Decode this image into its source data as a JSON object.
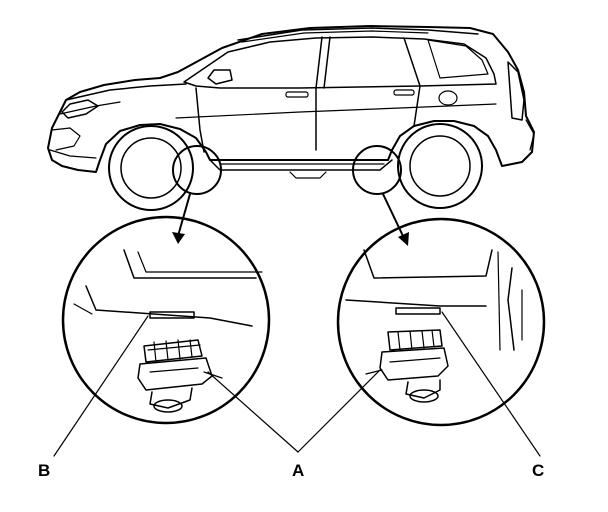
{
  "diagram": {
    "callouts": {
      "a": "A",
      "b": "B",
      "c": "C"
    }
  }
}
